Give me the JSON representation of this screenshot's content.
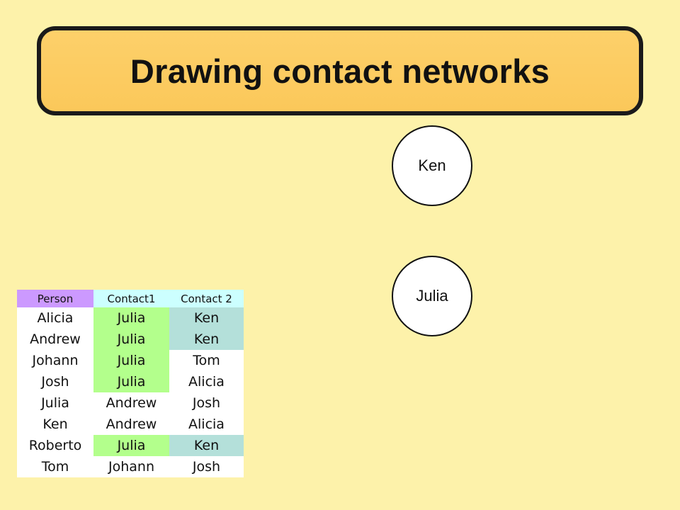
{
  "slide": {
    "title": "Drawing contact networks"
  },
  "nodes": [
    {
      "label": "Ken"
    },
    {
      "label": "Julia"
    }
  ],
  "table": {
    "headers": [
      "Person",
      "Contact1",
      "Contact 2"
    ],
    "rows": [
      {
        "person": "Alicia",
        "contact1": "Julia",
        "contact2": "Ken"
      },
      {
        "person": "Andrew",
        "contact1": "Julia",
        "contact2": "Ken"
      },
      {
        "person": "Johann",
        "contact1": "Julia",
        "contact2": "Tom"
      },
      {
        "person": "Josh",
        "contact1": "Julia",
        "contact2": "Alicia"
      },
      {
        "person": "Julia",
        "contact1": "Andrew",
        "contact2": "Josh"
      },
      {
        "person": "Ken",
        "contact1": "Andrew",
        "contact2": "Alicia"
      },
      {
        "person": "Roberto",
        "contact1": "Julia",
        "contact2": "Ken"
      },
      {
        "person": "Tom",
        "contact1": "Johann",
        "contact2": "Josh"
      }
    ]
  },
  "colors": {
    "background": "#fdf2aa",
    "title_fill": "#fbc85a",
    "highlight_julia": "#b3ff8c",
    "highlight_ken": "#b4e0da",
    "header_person": "#cc99ff",
    "header_contact": "#ccffff"
  }
}
